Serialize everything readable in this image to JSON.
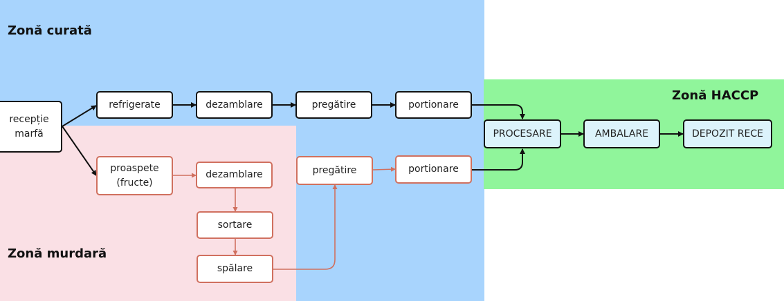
{
  "zones": {
    "clean": "Zonă curată",
    "dirty": "Zonă murdară",
    "haccp": "Zonă HACCP"
  },
  "nodes": {
    "receptie": "recepție marfă",
    "refrigerate": "refrigerate",
    "dezamblare_top": "dezamblare",
    "pregatire_top": "pregătire",
    "portionare_top": "portionare",
    "proaspete": "proaspete (fructe)",
    "dezamblare_bottom": "dezamblare",
    "sortare": "sortare",
    "spalare": "spălare",
    "pregatire_bottom": "pregătire",
    "portionare_bottom": "portionare",
    "procesare": "PROCESARE",
    "ambalare": "AMBALARE",
    "depozit": "DEPOZIT RECE"
  },
  "colors": {
    "clean_zone": "#a8d4fd",
    "dirty_zone": "#fae0e5",
    "haccp_zone": "#90f59b",
    "flow_black": "#111111",
    "flow_red": "#d0705f",
    "process_fill": "#dcf3fb"
  }
}
